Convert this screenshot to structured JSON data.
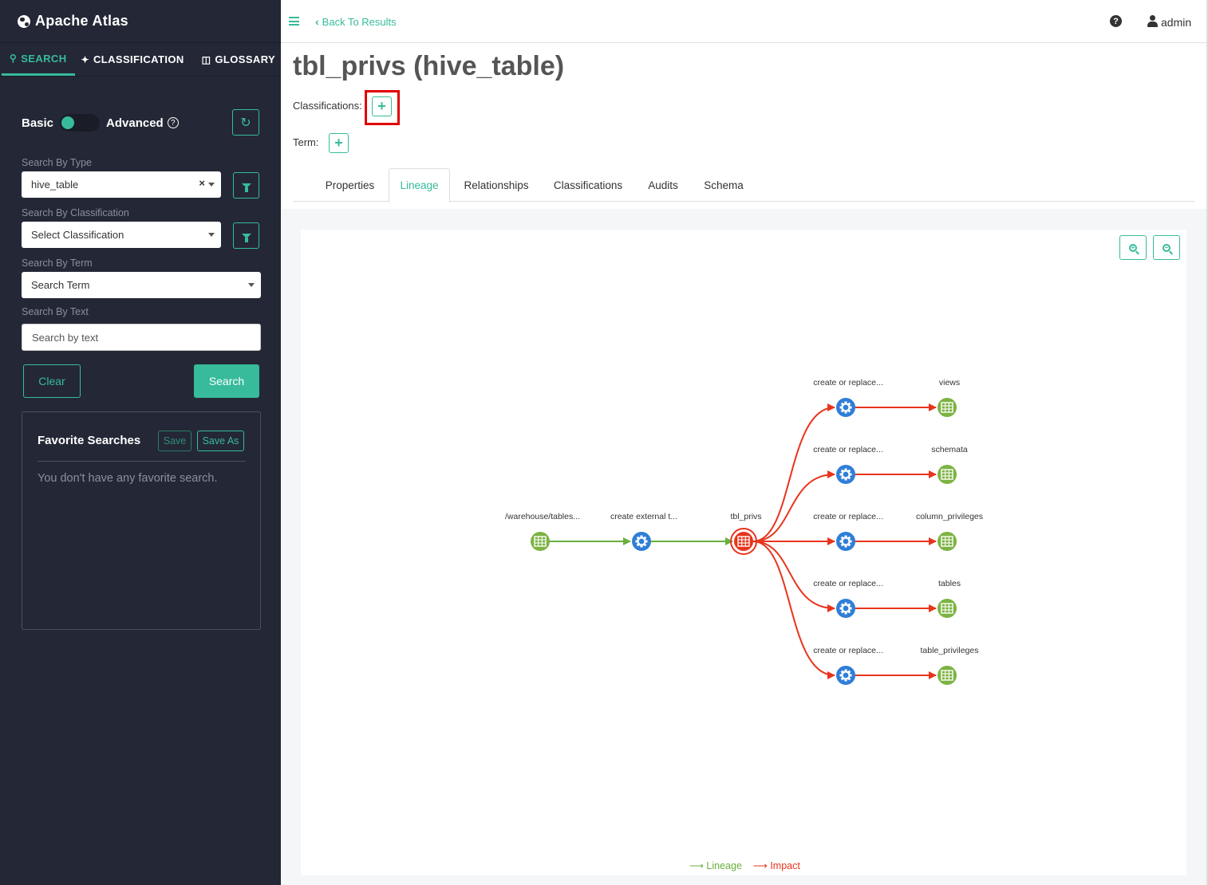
{
  "app": {
    "title": "Apache Atlas"
  },
  "sidebar": {
    "tabs": [
      {
        "label": "SEARCH",
        "icon": "search-icon"
      },
      {
        "label": "CLASSIFICATION",
        "icon": "tags-icon"
      },
      {
        "label": "GLOSSARY",
        "icon": "folder-open-icon"
      }
    ],
    "toggle": {
      "basic": "Basic",
      "advanced": "Advanced",
      "mode": "Basic"
    },
    "search_by_type": {
      "label": "Search By Type",
      "value": "hive_table"
    },
    "search_by_classification": {
      "label": "Search By Classification",
      "placeholder": "Select Classification"
    },
    "search_by_term": {
      "label": "Search By Term",
      "placeholder": "Search Term"
    },
    "search_by_text": {
      "label": "Search By Text",
      "placeholder": "Search by text"
    },
    "buttons": {
      "clear": "Clear",
      "search": "Search"
    },
    "favorites": {
      "title": "Favorite Searches",
      "save": "Save",
      "save_as": "Save As",
      "empty": "You don't have any favorite search."
    }
  },
  "header": {
    "back": "Back To Results",
    "user": "admin"
  },
  "entity": {
    "title": "tbl_privs (hive_table)",
    "classifications_label": "Classifications:",
    "term_label": "Term:"
  },
  "detail_tabs": [
    {
      "label": "Properties",
      "active": false
    },
    {
      "label": "Lineage",
      "active": true
    },
    {
      "label": "Relationships",
      "active": false
    },
    {
      "label": "Classifications",
      "active": false
    },
    {
      "label": "Audits",
      "active": false
    },
    {
      "label": "Schema",
      "active": false
    }
  ],
  "lineage": {
    "nodes": [
      {
        "id": "n1",
        "label": "/warehouse/tables...",
        "kind": "table"
      },
      {
        "id": "n2",
        "label": "create external t...",
        "kind": "process"
      },
      {
        "id": "n3",
        "label": "tbl_privs",
        "kind": "table",
        "current": true
      },
      {
        "id": "p1",
        "label": "create or replace...",
        "kind": "process"
      },
      {
        "id": "p2",
        "label": "create or replace...",
        "kind": "process"
      },
      {
        "id": "p3",
        "label": "create or replace...",
        "kind": "process"
      },
      {
        "id": "p4",
        "label": "create or replace...",
        "kind": "process"
      },
      {
        "id": "p5",
        "label": "create or replace...",
        "kind": "process"
      },
      {
        "id": "t1",
        "label": "views",
        "kind": "table"
      },
      {
        "id": "t2",
        "label": "schemata",
        "kind": "table"
      },
      {
        "id": "t3",
        "label": "column_privileges",
        "kind": "table"
      },
      {
        "id": "t4",
        "label": "tables",
        "kind": "table"
      },
      {
        "id": "t5",
        "label": "table_privileges",
        "kind": "table"
      }
    ],
    "edges": [
      {
        "from": "n1",
        "to": "n2",
        "type": "lineage"
      },
      {
        "from": "n2",
        "to": "n3",
        "type": "lineage"
      },
      {
        "from": "n3",
        "to": "p1",
        "type": "impact"
      },
      {
        "from": "n3",
        "to": "p2",
        "type": "impact"
      },
      {
        "from": "n3",
        "to": "p3",
        "type": "impact"
      },
      {
        "from": "n3",
        "to": "p4",
        "type": "impact"
      },
      {
        "from": "n3",
        "to": "p5",
        "type": "impact"
      },
      {
        "from": "p1",
        "to": "t1",
        "type": "impact"
      },
      {
        "from": "p2",
        "to": "t2",
        "type": "impact"
      },
      {
        "from": "p3",
        "to": "t3",
        "type": "impact"
      },
      {
        "from": "p4",
        "to": "t4",
        "type": "impact"
      },
      {
        "from": "p5",
        "to": "t5",
        "type": "impact"
      }
    ],
    "legend": {
      "lineage": "Lineage",
      "impact": "Impact"
    }
  },
  "colors": {
    "accent": "#37bb9b",
    "sidebar_bg": "#242836",
    "lineage": "#6aaf3d",
    "impact": "#e8341c",
    "process": "#2f7ed8",
    "table_node": "#7cb342",
    "current_node": "#e8341c",
    "highlight": "#e00000"
  }
}
